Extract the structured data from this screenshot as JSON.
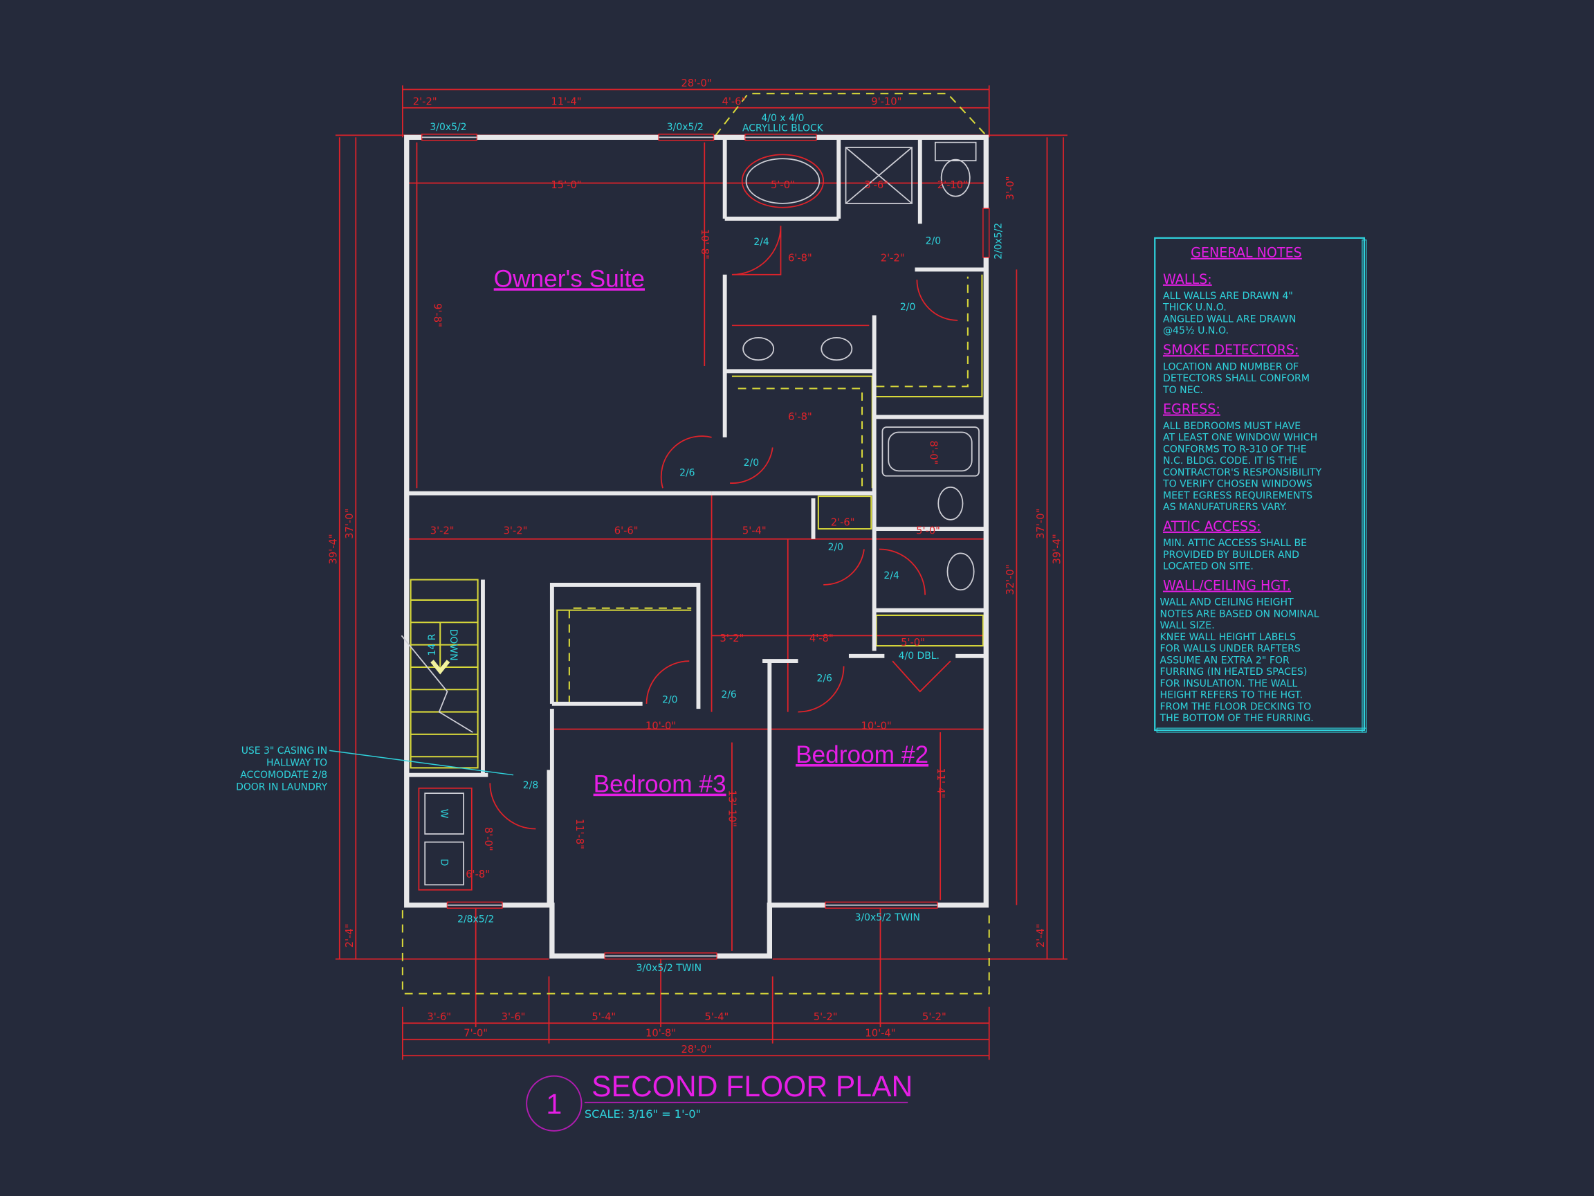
{
  "title": {
    "number": "1",
    "name": "SECOND FLOOR PLAN",
    "scale": "SCALE: 3/16\" = 1'-0\""
  },
  "rooms": {
    "owners_suite": "Owner's Suite",
    "bedroom3": "Bedroom #3",
    "bedroom2": "Bedroom #2"
  },
  "colors": {
    "background": "#252a3b",
    "walls": "#e8e8ea",
    "dimensions": "#e0232a",
    "labels": "#2fd3dc",
    "headings": "#e61ee6",
    "hidden_lines": "#d8d83a"
  },
  "windows": {
    "top_left": "3/0x5/2",
    "top_mid": "3/0x5/2",
    "acrylic_size": "4/0 x 4/0",
    "acrylic_type": "ACRYLLIC BLOCK",
    "right_bath": "2/0x5/2",
    "laundry": "2/8x5/2",
    "bedroom3": "3/0x5/2 TWIN",
    "bedroom2": "3/0x5/2 TWIN"
  },
  "doors": [
    "2/4",
    "2/0",
    "2/0",
    "2/6",
    "2/0",
    "2/0",
    "2/4",
    "2/0",
    "2/6",
    "2/6",
    "4/0 DBL.",
    "2/8"
  ],
  "stairs": {
    "risers": "14 R",
    "direction": "DOWN"
  },
  "laundry": {
    "washer": "W",
    "dryer": "D"
  },
  "callout": [
    "USE 3\" CASING IN",
    "HALLWAY TO",
    "ACCOMODATE 2/8",
    "DOOR IN LAUNDRY"
  ],
  "dims": {
    "top_overall": "28'-0\"",
    "top": [
      "2'-2\"",
      "11'-4\"",
      "4'-6\"",
      "9'-10\""
    ],
    "interior": [
      "15'-0\"",
      "5'-0\"",
      "3'-6\"",
      "2'-10\"",
      "9'-8\"",
      "10'-8\"",
      "6'-8\"",
      "2'-2\"",
      "6'-8\"",
      "8'-0\"",
      "5'-0\"",
      "3'-2\"",
      "3'-2\"",
      "6'-6\"",
      "5'-4\"",
      "2'-6\"",
      "3'-2\"",
      "4'-8\"",
      "5'-0\"",
      "10'-0\"",
      "10'-0\"",
      "13'-10\"",
      "11'-8\"",
      "11'-4\"",
      "6'-8\"",
      "8'-0\""
    ],
    "left": [
      "37'-0\"",
      "39'-4\"",
      "2'-4\""
    ],
    "right": [
      "37'-0\"",
      "39'-4\"",
      "32'-0\"",
      "2'-4\"",
      "3'-0\""
    ],
    "bottom_row1": [
      "3'-6\"",
      "3'-6\"",
      "5'-4\"",
      "5'-4\"",
      "5'-2\"",
      "5'-2\""
    ],
    "bottom_row2": [
      "7'-0\"",
      "10'-8\"",
      "10'-4\""
    ],
    "bottom_overall": "28'-0\""
  },
  "notes": {
    "title": "GENERAL NOTES",
    "sections": [
      {
        "heading": "WALLS:",
        "lines": [
          "ALL WALLS ARE DRAWN 4\"",
          "THICK U.N.O.",
          "ANGLED WALL ARE DRAWN",
          "@45½ U.N.O."
        ]
      },
      {
        "heading": "SMOKE DETECTORS:",
        "lines": [
          "LOCATION AND NUMBER OF",
          "DETECTORS SHALL CONFORM",
          "TO NEC."
        ]
      },
      {
        "heading": "EGRESS:",
        "lines": [
          "ALL BEDROOMS MUST HAVE",
          "AT LEAST ONE WINDOW WHICH",
          "CONFORMS TO R-310 OF THE",
          "N.C. BLDG. CODE. IT IS THE",
          "CONTRACTOR'S RESPONSIBILITY",
          "TO VERIFY CHOSEN WINDOWS",
          "MEET EGRESS REQUIREMENTS",
          "AS MANUFATURERS VARY."
        ]
      },
      {
        "heading": "ATTIC ACCESS:",
        "lines": [
          "MIN. ATTIC ACCESS SHALL BE",
          "PROVIDED BY BUILDER AND",
          "LOCATED ON SITE."
        ]
      },
      {
        "heading": "WALL/CEILING HGT.",
        "lines": [
          "WALL AND CEILING HEIGHT",
          "NOTES ARE BASED ON NOMINAL",
          "WALL SIZE.",
          "KNEE WALL HEIGHT LABELS",
          "FOR WALLS UNDER RAFTERS",
          "ASSUME AN EXTRA 2\" FOR",
          "FURRING (IN HEATED SPACES)",
          "FOR INSULATION. THE WALL",
          "HEIGHT REFERS TO THE HGT.",
          "FROM THE FLOOR DECKING TO",
          "THE BOTTOM OF THE FURRING."
        ]
      }
    ]
  }
}
